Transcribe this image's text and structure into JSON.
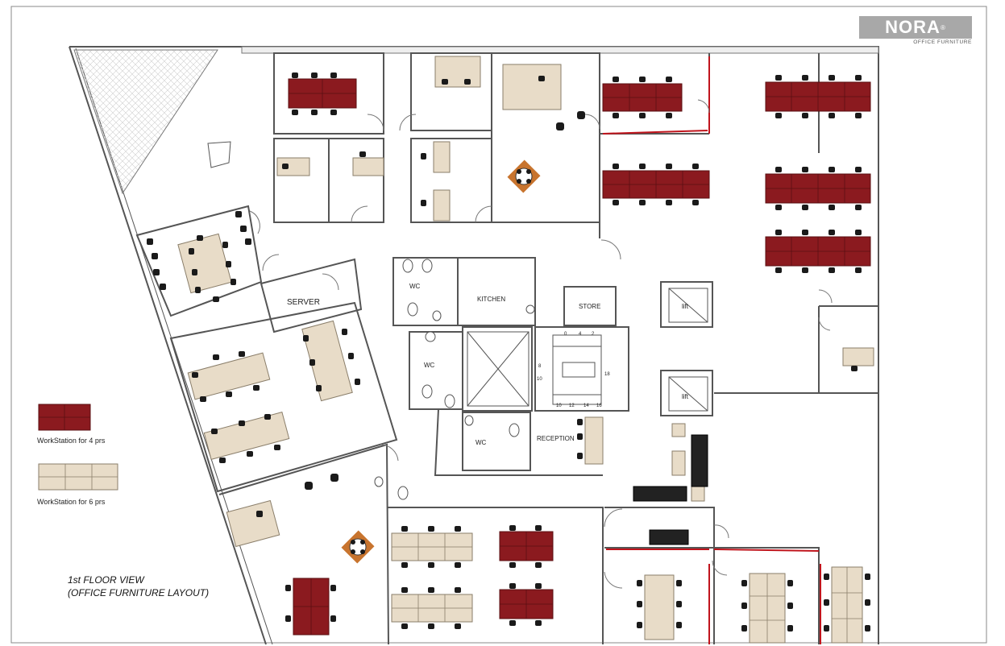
{
  "brand": {
    "name": "NORA",
    "registered": "®",
    "subtitle": "OFFICE FURNITURE"
  },
  "plan": {
    "title_line1": "1st FLOOR VIEW",
    "title_line2": "(OFFICE FURNITURE LAYOUT)",
    "rooms": {
      "server": "SERVER",
      "kitchen": "KITCHEN",
      "store": "STORE",
      "wc_upper": "WC",
      "wc_middle": "WC",
      "wc_lower": "WC",
      "lift_upper": "lift",
      "lift_lower": "lift",
      "reception": "RECEPTION"
    },
    "stair_numbers": [
      "0",
      "4",
      "2",
      "8",
      "10",
      "18",
      "10",
      "12",
      "14",
      "16"
    ]
  },
  "legend": {
    "items": [
      {
        "label": "WorkStation for 4 prs",
        "color": "#8b1a1f"
      },
      {
        "label": "WorkStation for 6 prs",
        "color": "#e8dcc8"
      }
    ]
  },
  "colors": {
    "red_desk": "#8b1a1f",
    "beige_desk": "#e8dcc8",
    "wall": "#555555",
    "chair": "#1a1a1a",
    "accent_line": "#c0141c"
  }
}
